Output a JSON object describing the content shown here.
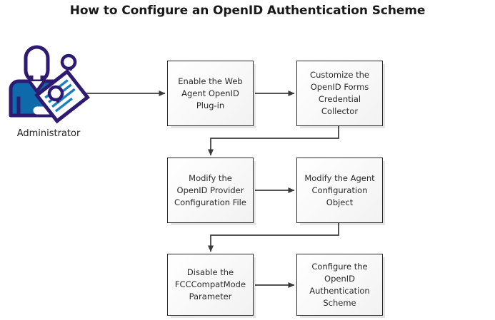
{
  "diagram": {
    "title": "How to Configure an OpenID Authentication Scheme",
    "type": "flowchart",
    "actor": {
      "label": "Administrator",
      "icon": "administrator-clipboard-icon",
      "colors": {
        "outline": "#2e1a70",
        "shirt": "#0f6aab",
        "paper": "#ffffff",
        "pen_lines": "#1d7fc3"
      }
    },
    "colors": {
      "box_border": "#2b2b2b",
      "box_fill_top": "#ffffff",
      "box_fill_bottom": "#f2f2f2",
      "connector": "#3a3a3a",
      "title_text": "#1a1a1a",
      "box_text": "#2a2a2a",
      "background": "#ffffff"
    },
    "steps": [
      {
        "id": "step-1",
        "label": "Enable the Web Agent OpenID Plug-in",
        "order": 1
      },
      {
        "id": "step-2",
        "label": "Customize the OpenID Forms Credential Collector",
        "order": 2
      },
      {
        "id": "step-3",
        "label": "Modify the OpenID Provider Configuration File",
        "order": 3
      },
      {
        "id": "step-4",
        "label": "Modify the Agent Configuration Object",
        "order": 4
      },
      {
        "id": "step-5",
        "label": "Disable the FCCCompatMode Parameter",
        "order": 5
      },
      {
        "id": "step-6",
        "label": "Configure the OpenID Authentication Scheme",
        "order": 6
      }
    ],
    "connectors": [
      {
        "from": "administrator",
        "to": "step-1",
        "style": "straight-arrow"
      },
      {
        "from": "step-1",
        "to": "step-2",
        "style": "straight-arrow"
      },
      {
        "from": "step-2",
        "to": "step-3",
        "style": "elbow-arrow"
      },
      {
        "from": "step-3",
        "to": "step-4",
        "style": "straight-arrow"
      },
      {
        "from": "step-4",
        "to": "step-5",
        "style": "elbow-arrow"
      },
      {
        "from": "step-5",
        "to": "step-6",
        "style": "straight-arrow"
      }
    ]
  }
}
